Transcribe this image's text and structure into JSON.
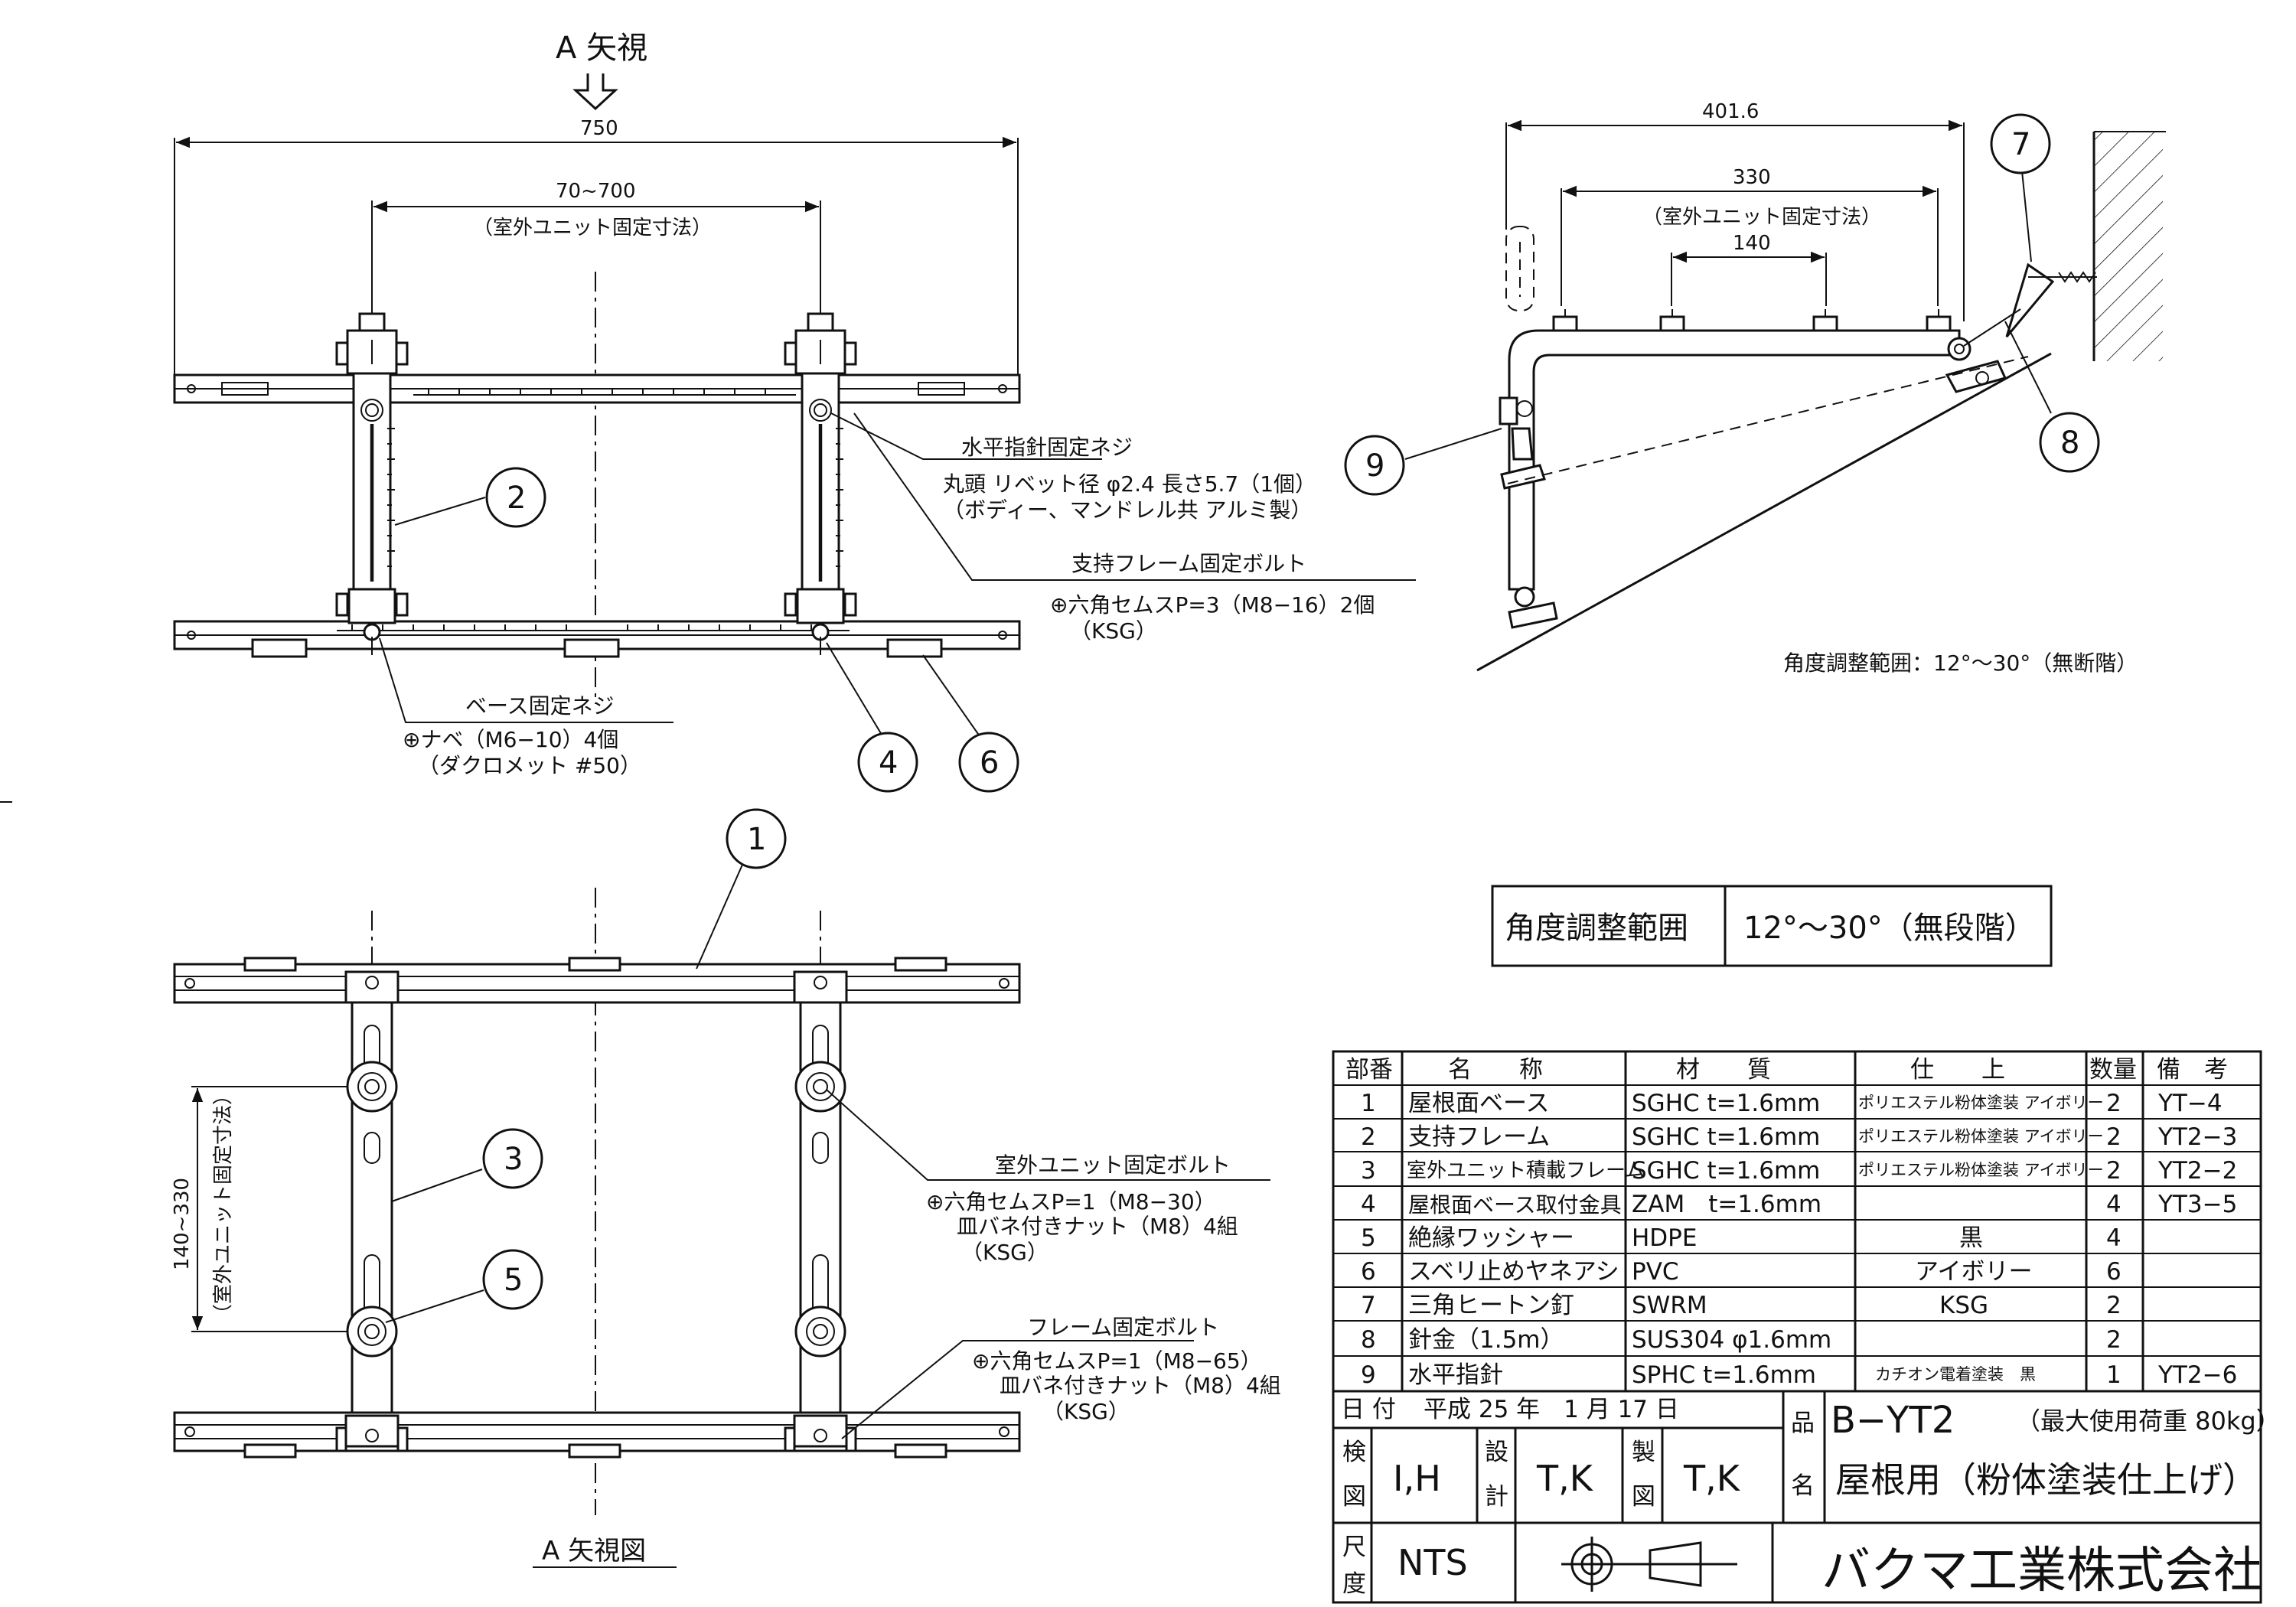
{
  "top_view": {
    "arrow_label": "A 矢視",
    "dim_overall": "750",
    "dim_fix": "70~700",
    "dim_fix_note": "（室外ユニット固定寸法）",
    "note_level_screw_title": "水平指針固定ネジ",
    "note_level_screw_line1": "丸頭 リベット径 φ2.4 長さ5.7（1個）",
    "note_level_screw_line2": "（ボディー、マンドレル共 アルミ製）",
    "note_frame_bolt_title": "支持フレーム固定ボルト",
    "note_frame_bolt_line1": "⊕六角セムスP=3（M8−16）2個",
    "note_frame_bolt_line2": "（KSG）",
    "note_base_screw_title": "ベース固定ネジ",
    "note_base_screw_line1": "⊕ナベ（M6−10）4個",
    "note_base_screw_line2": "（ダクロメット #50）"
  },
  "side_view": {
    "dim_total": "401.6",
    "dim_fix": "330",
    "dim_fix_note": "（室外ユニット固定寸法）",
    "dim_inner": "140",
    "angle_note": "角度調整範囲：12°〜30°（無断階）"
  },
  "bottom_view": {
    "title": "A 矢視図",
    "dim_vertical": "140~330",
    "dim_vertical_note": "（室外ユニット固定寸法）",
    "note_unit_bolt_title": "室外ユニット固定ボルト",
    "note_unit_bolt_line1": "⊕六角セムスP=1（M8−30）",
    "note_unit_bolt_line2": "皿バネ付きナット（M8）4組",
    "note_unit_bolt_line3": "（KSG）",
    "note_frame_bolt_title": "フレーム固定ボルト",
    "note_frame_bolt_line1": "⊕六角セムスP=1（M8−65）",
    "note_frame_bolt_line2": "皿バネ付きナット（M8）4組",
    "note_frame_bolt_line3": "（KSG）"
  },
  "callouts": [
    "1",
    "2",
    "3",
    "4",
    "5",
    "6",
    "7",
    "8",
    "9"
  ],
  "angle_box": {
    "label": "角度調整範囲",
    "value": "12°〜30°（無段階）"
  },
  "parts_table": {
    "headers": [
      "部番",
      "名　　称",
      "材　　質",
      "仕　　上",
      "数量",
      "備　考"
    ],
    "rows": [
      {
        "no": "1",
        "name": "屋根面ベース",
        "material": "SGHC t=1.6mm",
        "finish": "ポリエステル粉体塗装 アイボリー",
        "qty": "2",
        "note": "YT−4"
      },
      {
        "no": "2",
        "name": "支持フレーム",
        "material": "SGHC t=1.6mm",
        "finish": "ポリエステル粉体塗装 アイボリー",
        "qty": "2",
        "note": "YT2−3"
      },
      {
        "no": "3",
        "name": "室外ユニット積載フレーム",
        "material": "SGHC t=1.6mm",
        "finish": "ポリエステル粉体塗装 アイボリー",
        "qty": "2",
        "note": "YT2−2"
      },
      {
        "no": "4",
        "name": "屋根面ベース取付金具",
        "material": "ZAM　t=1.6mm",
        "finish": "",
        "qty": "4",
        "note": "YT3−5"
      },
      {
        "no": "5",
        "name": "絶縁ワッシャー",
        "material": "HDPE",
        "finish": "黒",
        "qty": "4",
        "note": ""
      },
      {
        "no": "6",
        "name": "スベリ止めヤネアシ",
        "material": "PVC",
        "finish": "アイボリー",
        "qty": "6",
        "note": ""
      },
      {
        "no": "7",
        "name": "三角ヒートン釘",
        "material": "SWRM",
        "finish": "KSG",
        "qty": "2",
        "note": ""
      },
      {
        "no": "8",
        "name": "針金（1.5m）",
        "material": "SUS304 φ1.6mm",
        "finish": "",
        "qty": "2",
        "note": ""
      },
      {
        "no": "9",
        "name": "水平指針",
        "material": "SPHC t=1.6mm",
        "finish": "カチオン電着塗装　黒",
        "qty": "1",
        "note": "YT2−6"
      }
    ]
  },
  "title_block": {
    "date_label": "日 付",
    "date_value": "平成 25 年　1 月 17 日",
    "check_label": "検図",
    "check_value": "I,H",
    "design_label": "設計",
    "design_value": "T,K",
    "draw_label": "製図",
    "draw_value": "T,K",
    "scale_label": "尺度",
    "scale_value": "NTS",
    "name_label": "品名",
    "product_code": "B−YT2",
    "product_load": "（最大使用荷重 80kg）",
    "product_desc": "屋根用（粉体塗装仕上げ）",
    "company": "バクマ工業株式会社"
  }
}
